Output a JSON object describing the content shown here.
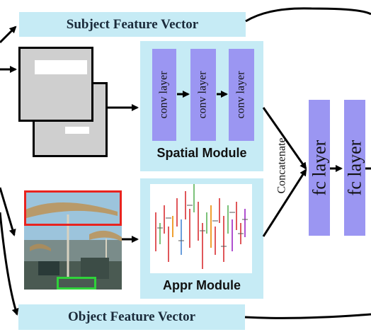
{
  "subject_feature_vector": "Subject Feature Vector",
  "object_feature_vector": "Object Feature Vector",
  "spatial_module": {
    "title": "Spatial Module",
    "layers": [
      "conv layer",
      "conv layer",
      "conv layer"
    ]
  },
  "appr_module": {
    "title": "Appr Module"
  },
  "concatenate_label": "Concatenate",
  "fc_layers": [
    "fc layer",
    "fc layer"
  ],
  "colors": {
    "feature_box": "#c6ebf5",
    "layer_fill": "#9b96f2",
    "subject_bbox": "#e8231f",
    "object_bbox": "#2fd23a"
  }
}
